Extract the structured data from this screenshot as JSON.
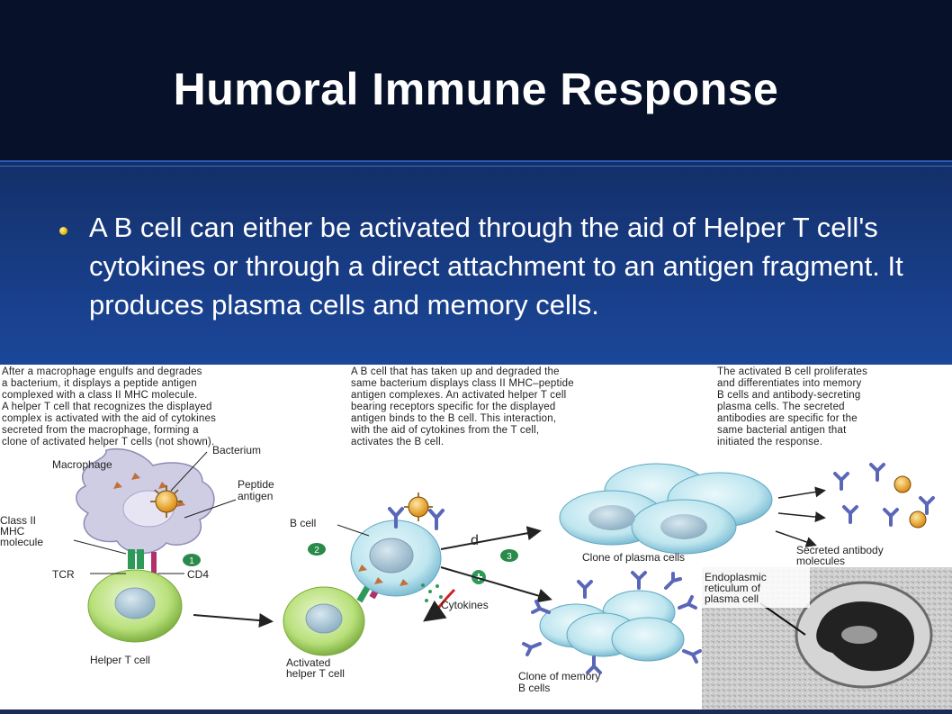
{
  "slide": {
    "title": "Humoral Immune Response",
    "bullet": "A B cell can either be activated through the aid of Helper T cell's cytokines or through a direct attachment to an antigen fragment. It produces plasma cells and memory cells."
  },
  "figure": {
    "captions": [
      "After a macrophage engulfs and degrades\na bacterium, it displays a peptide antigen\ncomplexed with a class II MHC molecule.\nA helper T cell that recognizes the displayed\ncomplex is activated with the aid of cytokines\nsecreted from the macrophage, forming a\nclone of activated helper T cells (not shown).",
      "A B cell that has taken up and degraded the\nsame bacterium displays class II MHC–peptide\nantigen complexes. An activated helper T cell\nbearing receptors specific for the displayed\nantigen binds to the B cell. This interaction,\nwith the aid of cytokines from the T cell,\nactivates the B cell.",
      "The activated B cell proliferates\nand differentiates into memory\nB cells and antibody-secreting\nplasma cells. The secreted\nantibodies are specific for the\nsame bacterial antigen that\ninitiated the response."
    ],
    "labels": {
      "macrophage": "Macrophage",
      "bacterium": "Bacterium",
      "peptide_antigen_1": "Peptide",
      "peptide_antigen_2": "antigen",
      "class2_1": "Class II",
      "class2_2": "MHC",
      "class2_3": "molecule",
      "tcr": "TCR",
      "cd4": "CD4",
      "helper_t": "Helper T cell",
      "b_cell": "B cell",
      "activated_1": "Activated",
      "activated_2": "helper T cell",
      "cytokines": "Cytokines",
      "plasma_clone": "Clone of plasma cells",
      "secreted_1": "Secreted antibody",
      "secreted_2": "molecules",
      "er_1": "Endoplasmic",
      "er_2": "reticulum of",
      "er_3": "plasma cell",
      "memory_1": "Clone of memory",
      "memory_2": "B cells",
      "stray_d": "d",
      "step1": "1",
      "step2": "2",
      "step3": "3"
    },
    "colors": {
      "cell_fill": "#bfe6ef",
      "cell_edge": "#5fa7c2",
      "nucleus": "#8fb8cf",
      "t_cell": "#b8e07a",
      "macrophage": "#cfcde4",
      "bacterium": "#f0b030",
      "antibody": "#5a67b8",
      "step_badge": "#2a8a4a"
    }
  }
}
